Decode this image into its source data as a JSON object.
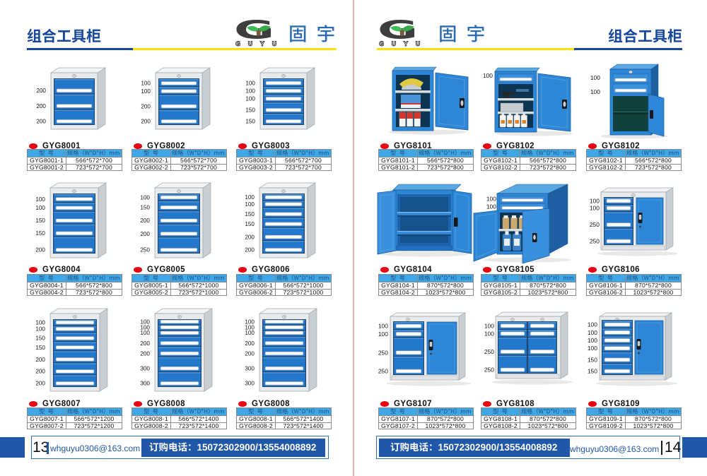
{
  "document_title": "GUYU tool cabinet catalog spread",
  "section_title": "组合工具柜",
  "brand": {
    "g_letter": "G",
    "g_sub": "GUYU",
    "name": "固 宇"
  },
  "table_header": {
    "model_col": "型 号",
    "spec_col": "规格（W*D*H）mm"
  },
  "contact": {
    "email": "whguyu0306@163.com",
    "phone": "订购电话：15072302900/13554008892"
  },
  "colors": {
    "title_blue": "#17489B",
    "brand_blue": "#2B6BB4",
    "rule_yellow": "#FFE10A",
    "table_header_bg": "#3FA7E5",
    "table_header_text": "#1F4E7E",
    "red_dot": "#E60012",
    "footer_blue": "#2157A8",
    "cabinet_blue": "#2478CC",
    "photo_blue": "#2E86D6",
    "divider_pink": "#DCB6B6"
  },
  "pages": {
    "left": {
      "page_number": "13",
      "products": [
        {
          "model": "GYG8001",
          "style": "techdraw",
          "dims": [
            "200",
            "200",
            "200"
          ],
          "rows": [
            [
              "GYG8001-1",
              "566*572*700"
            ],
            [
              "GYG8001-2",
              "723*572*700"
            ]
          ]
        },
        {
          "model": "GYG8002",
          "style": "techdraw",
          "dims": [
            "100",
            "100",
            "200",
            "200"
          ],
          "rows": [
            [
              "GYG8002-1",
              "566*572*700"
            ],
            [
              "GYG8002-2",
              "723*572*700"
            ]
          ]
        },
        {
          "model": "GYG8003",
          "style": "techdraw",
          "dims": [
            "100",
            "100",
            "100",
            "150",
            "150"
          ],
          "rows": [
            [
              "GYG8003-1",
              "566*572*700"
            ],
            [
              "GYG8003-2",
              "723*572*700"
            ]
          ]
        },
        {
          "model": "GYG8004",
          "style": "techdraw",
          "dims": [
            "100",
            "100",
            "150",
            "150",
            "200"
          ],
          "rows": [
            [
              "GYG8004-1",
              "566*572*800"
            ],
            [
              "GYG8004-2",
              "723*572*800"
            ]
          ]
        },
        {
          "model": "GYG8005",
          "style": "techdraw",
          "dims": [
            "100",
            "150",
            "200",
            "200",
            "250"
          ],
          "rows": [
            [
              "GYG8005-1",
              "566*572*1000"
            ],
            [
              "GYG8005-2",
              "723*572*1000"
            ]
          ]
        },
        {
          "model": "GYG8006",
          "style": "techdraw",
          "dims": [
            "100",
            "100",
            "150",
            "150",
            "200",
            "200"
          ],
          "rows": [
            [
              "GYG8006-1",
              "566*572*1000"
            ],
            [
              "GYG8006-2",
              "723*572*1000"
            ]
          ]
        },
        {
          "model": "GYG8007",
          "style": "techdraw",
          "dims": [
            "100",
            "100",
            "150",
            "150",
            "200",
            "200",
            "200"
          ],
          "rows": [
            [
              "GYG8007-1",
              "566*572*1200"
            ],
            [
              "GYG8007-2",
              "723*572*1200"
            ]
          ]
        },
        {
          "model": "GYG8008",
          "style": "techdraw",
          "dims": [
            "100",
            "100",
            "100",
            "200",
            "200",
            "300",
            "300"
          ],
          "rows": [
            [
              "GYG8008-1",
              "566*572*1400"
            ],
            [
              "GYG8008-2",
              "723*572*1400"
            ]
          ]
        },
        {
          "model": "GYG8008",
          "style": "techdraw",
          "dims": [
            "100",
            "100",
            "100",
            "200",
            "200",
            "300",
            "300"
          ],
          "rows": [
            [
              "GYG8008-1",
              "566*572*1400"
            ],
            [
              "GYG8008-2",
              "723*572*1400"
            ]
          ]
        }
      ]
    },
    "right": {
      "page_number": "14",
      "products": [
        {
          "model": "GYG8101",
          "style": "photo_shelf_door",
          "dims": [],
          "rows": [
            [
              "GYG8101-1",
              "566*572*800"
            ],
            [
              "GYG8101-2",
              "723*572*800"
            ]
          ]
        },
        {
          "model": "GYG8102",
          "style": "photo_drawer_door",
          "dims": [
            "100"
          ],
          "rows": [
            [
              "GYG8102-1",
              "566*572*800"
            ],
            [
              "GYG8102-2",
              "723*572*800"
            ]
          ]
        },
        {
          "model": "GYG8102",
          "style": "photo_two_drawer",
          "dims": [
            "100",
            "100"
          ],
          "rows": [
            [
              "GYG8102-1",
              "566*572*800"
            ],
            [
              "GYG8102-2",
              "723*572*800"
            ]
          ]
        },
        {
          "model": "GYG8104",
          "style": "photo_double_door",
          "dims": [],
          "rows": [
            [
              "GYG8104-1",
              "870*572*800"
            ],
            [
              "GYG8104-2",
              "1023*572*800"
            ]
          ]
        },
        {
          "model": "GYG8105",
          "style": "photo_wide_drawer_door",
          "dims": [
            "100",
            "100"
          ],
          "rows": [
            [
              "GYG8105-1",
              "870*572*800"
            ],
            [
              "GYG8105-2",
              "1023*572*800"
            ]
          ]
        },
        {
          "model": "GYG8106",
          "style": "gray_a",
          "dims": [
            "100",
            "100",
            "250",
            "250"
          ],
          "rows": [
            [
              "GYG8106-1",
              "870*572*800"
            ],
            [
              "GYG8106-2",
              "1023*572*800"
            ]
          ]
        },
        {
          "model": "GYG8107",
          "style": "gray_b",
          "dims": [
            "100",
            "100",
            "250",
            "250"
          ],
          "rows": [
            [
              "GYG8107-1",
              "870*572*800"
            ],
            [
              "GYG8107-2",
              "1023*572*800"
            ]
          ]
        },
        {
          "model": "GYG8108",
          "style": "gray_c",
          "dims": [
            "100",
            "100",
            "250",
            "250"
          ],
          "rows": [
            [
              "GYG8108-1",
              "870*572*800"
            ],
            [
              "GYG8108-2",
              "1023*572*800"
            ]
          ]
        },
        {
          "model": "GYG8109",
          "style": "gray_d",
          "dims": [
            "100",
            "100",
            "100",
            "100",
            "150",
            "150"
          ],
          "rows": [
            [
              "GYG8109-1",
              "870*572*800"
            ],
            [
              "GYG8109-2",
              "1023*572*800"
            ]
          ]
        }
      ]
    }
  }
}
